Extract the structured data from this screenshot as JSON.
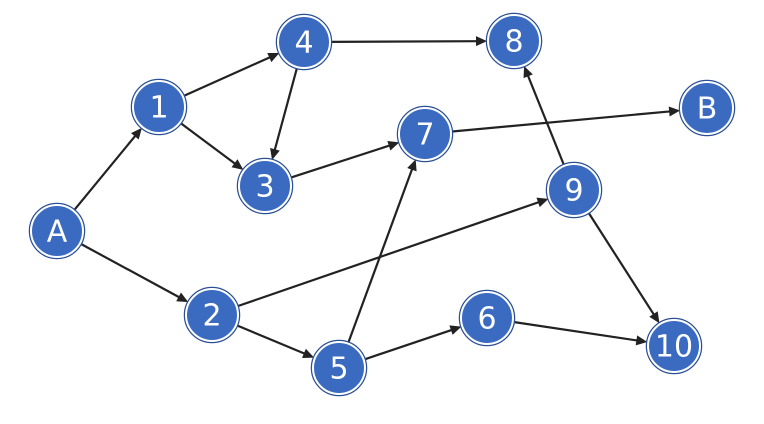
{
  "diagram": {
    "type": "directed-graph",
    "colors": {
      "node_fill": "#3a6bc0",
      "node_text": "#ffffff",
      "edge": "#222222"
    },
    "nodes": [
      {
        "id": "A",
        "label": "A"
      },
      {
        "id": "1",
        "label": "1"
      },
      {
        "id": "2",
        "label": "2"
      },
      {
        "id": "3",
        "label": "3"
      },
      {
        "id": "4",
        "label": "4"
      },
      {
        "id": "5",
        "label": "5"
      },
      {
        "id": "6",
        "label": "6"
      },
      {
        "id": "7",
        "label": "7"
      },
      {
        "id": "8",
        "label": "8"
      },
      {
        "id": "9",
        "label": "9"
      },
      {
        "id": "10",
        "label": "10"
      },
      {
        "id": "B",
        "label": "B"
      }
    ],
    "edges": [
      {
        "from": "A",
        "to": "1"
      },
      {
        "from": "A",
        "to": "2"
      },
      {
        "from": "1",
        "to": "4"
      },
      {
        "from": "1",
        "to": "3"
      },
      {
        "from": "4",
        "to": "3"
      },
      {
        "from": "4",
        "to": "8"
      },
      {
        "from": "3",
        "to": "7"
      },
      {
        "from": "7",
        "to": "B"
      },
      {
        "from": "2",
        "to": "9"
      },
      {
        "from": "2",
        "to": "5"
      },
      {
        "from": "5",
        "to": "7"
      },
      {
        "from": "5",
        "to": "6"
      },
      {
        "from": "6",
        "to": "10"
      },
      {
        "from": "9",
        "to": "8"
      },
      {
        "from": "9",
        "to": "10"
      }
    ]
  }
}
